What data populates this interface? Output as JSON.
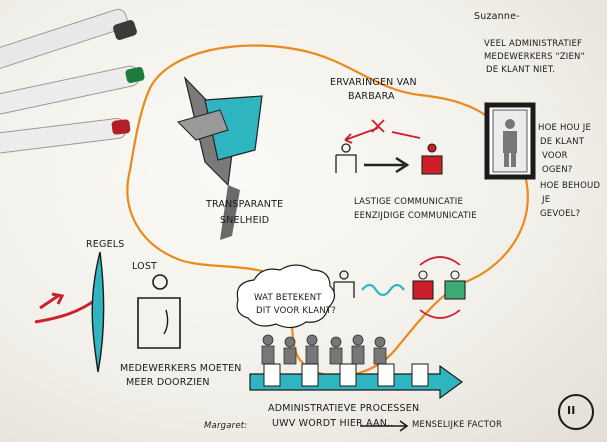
{
  "colors": {
    "paper": "#f5f3ee",
    "ink": "#1a1a1a",
    "orange": "#ea8a1e",
    "red": "#cc1f2a",
    "teal": "#2fb5c0",
    "green": "#3cab74",
    "grey": "#8a8a8a"
  },
  "icons": [
    "marker-pen",
    "tray-icon",
    "person-icon",
    "door-icon",
    "thought-cloud",
    "process-arrow",
    "page-icon",
    "section-number-badge"
  ],
  "suzanne": {
    "name": "Suzanne-",
    "line1": "Veel administratief",
    "line2": "medewerkers \"zien\"",
    "line3": "de klant niet."
  },
  "questions": {
    "q1": "Hoe hou je",
    "q2": "de klant",
    "q3": "voor",
    "q4": "ogen?",
    "q5": "Hoe behoud",
    "q6": "je",
    "q7": "gevoel?"
  },
  "barbara": {
    "line1": "Ervaringen van",
    "line2": "Barbara"
  },
  "communication": {
    "line1": "Lastige communicatie",
    "line2": "Eenzijdige communicatie"
  },
  "tray": {
    "line1": "Transparante",
    "line2": "snelheid"
  },
  "rules": {
    "label": "Regels"
  },
  "lost": {
    "label": "Lost"
  },
  "employees": {
    "line1": "Medewerkers moeten",
    "line2": "meer doorzien"
  },
  "thought": {
    "line1": "Wat betekent",
    "line2": "dit voor klant?"
  },
  "processes": {
    "line1": "Administratieve processen",
    "line2": "UWV wordt hier aan..",
    "arrow_text": "Menselijke factor"
  },
  "footer": {
    "name": "Margaret:"
  },
  "section": {
    "number": "II"
  }
}
